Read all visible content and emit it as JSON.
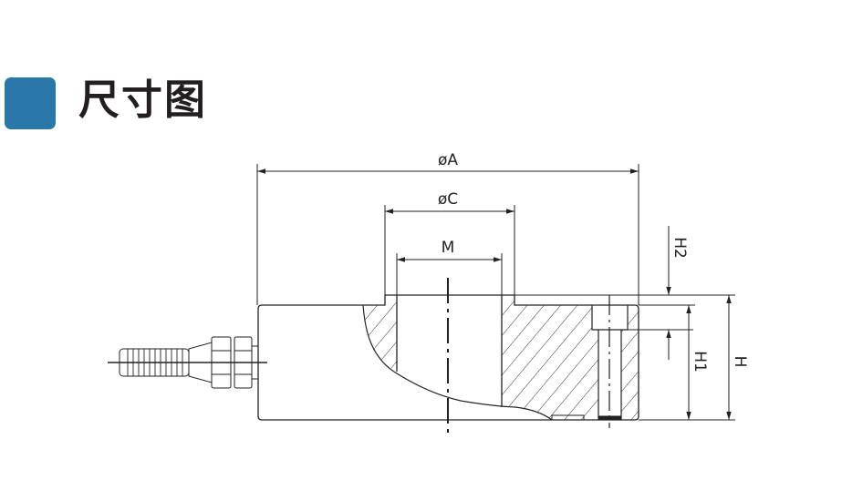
{
  "header": {
    "title": "尺寸图",
    "badge_color": "#2a78a8"
  },
  "drawing": {
    "dim_A": "øA",
    "dim_C": "øC",
    "dim_M": "M",
    "dim_H2": "H2",
    "dim_H1": "H1",
    "dim_H": "H"
  }
}
